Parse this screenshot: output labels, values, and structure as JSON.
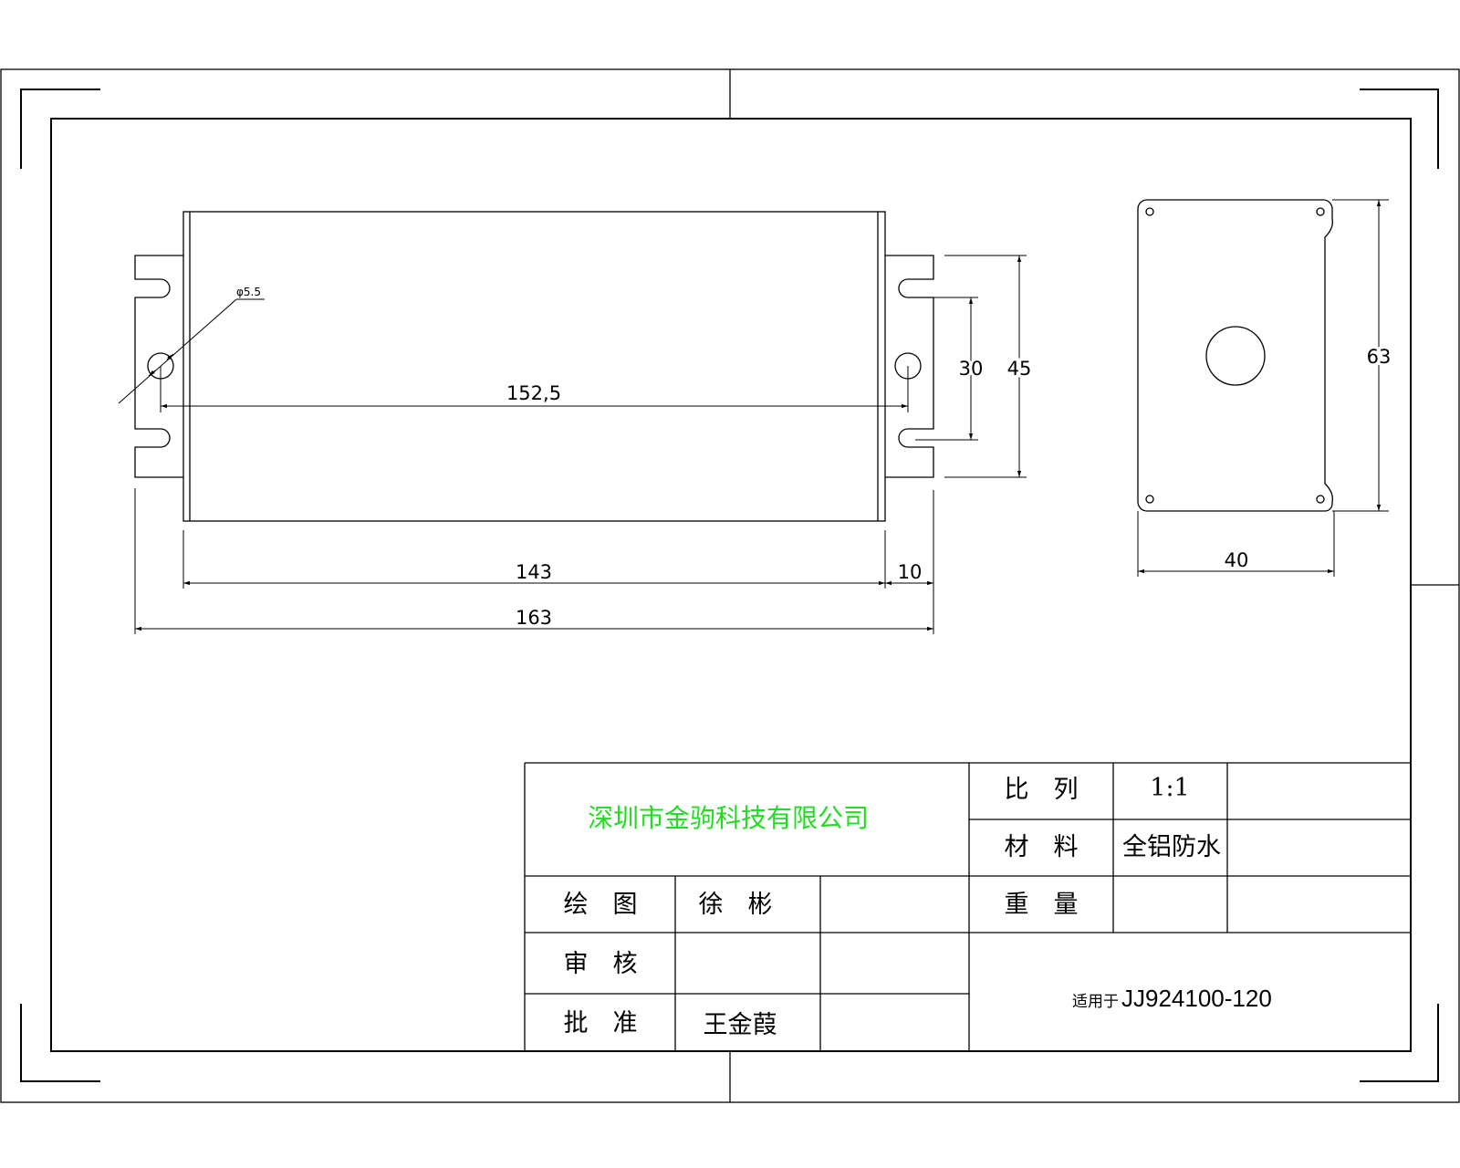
{
  "drawing": {
    "dimensions": {
      "hole_diameter": "φ5.5",
      "hole_spacing": "152,5",
      "slot_spacing": "30",
      "flange_width": "45",
      "body_length": "143",
      "flange_length": "10",
      "total_length": "163",
      "end_height": "63",
      "end_width": "40"
    }
  },
  "title_block": {
    "company": "深圳市金驹科技有限公司",
    "scale_label": "比 列",
    "scale_value": "1:1",
    "material_label": "材 料",
    "material_value": "全铝防水",
    "weight_label": "重 量",
    "drawn_label": "绘 图",
    "drawn_value": "徐 彬",
    "review_label": "审 核",
    "approve_label": "批 准",
    "approve_value": "王金葭",
    "model_prefix": "适用于",
    "model_number": "JJ924100-120"
  },
  "colors": {
    "company_text": "#22dd22",
    "line": "#000000"
  }
}
